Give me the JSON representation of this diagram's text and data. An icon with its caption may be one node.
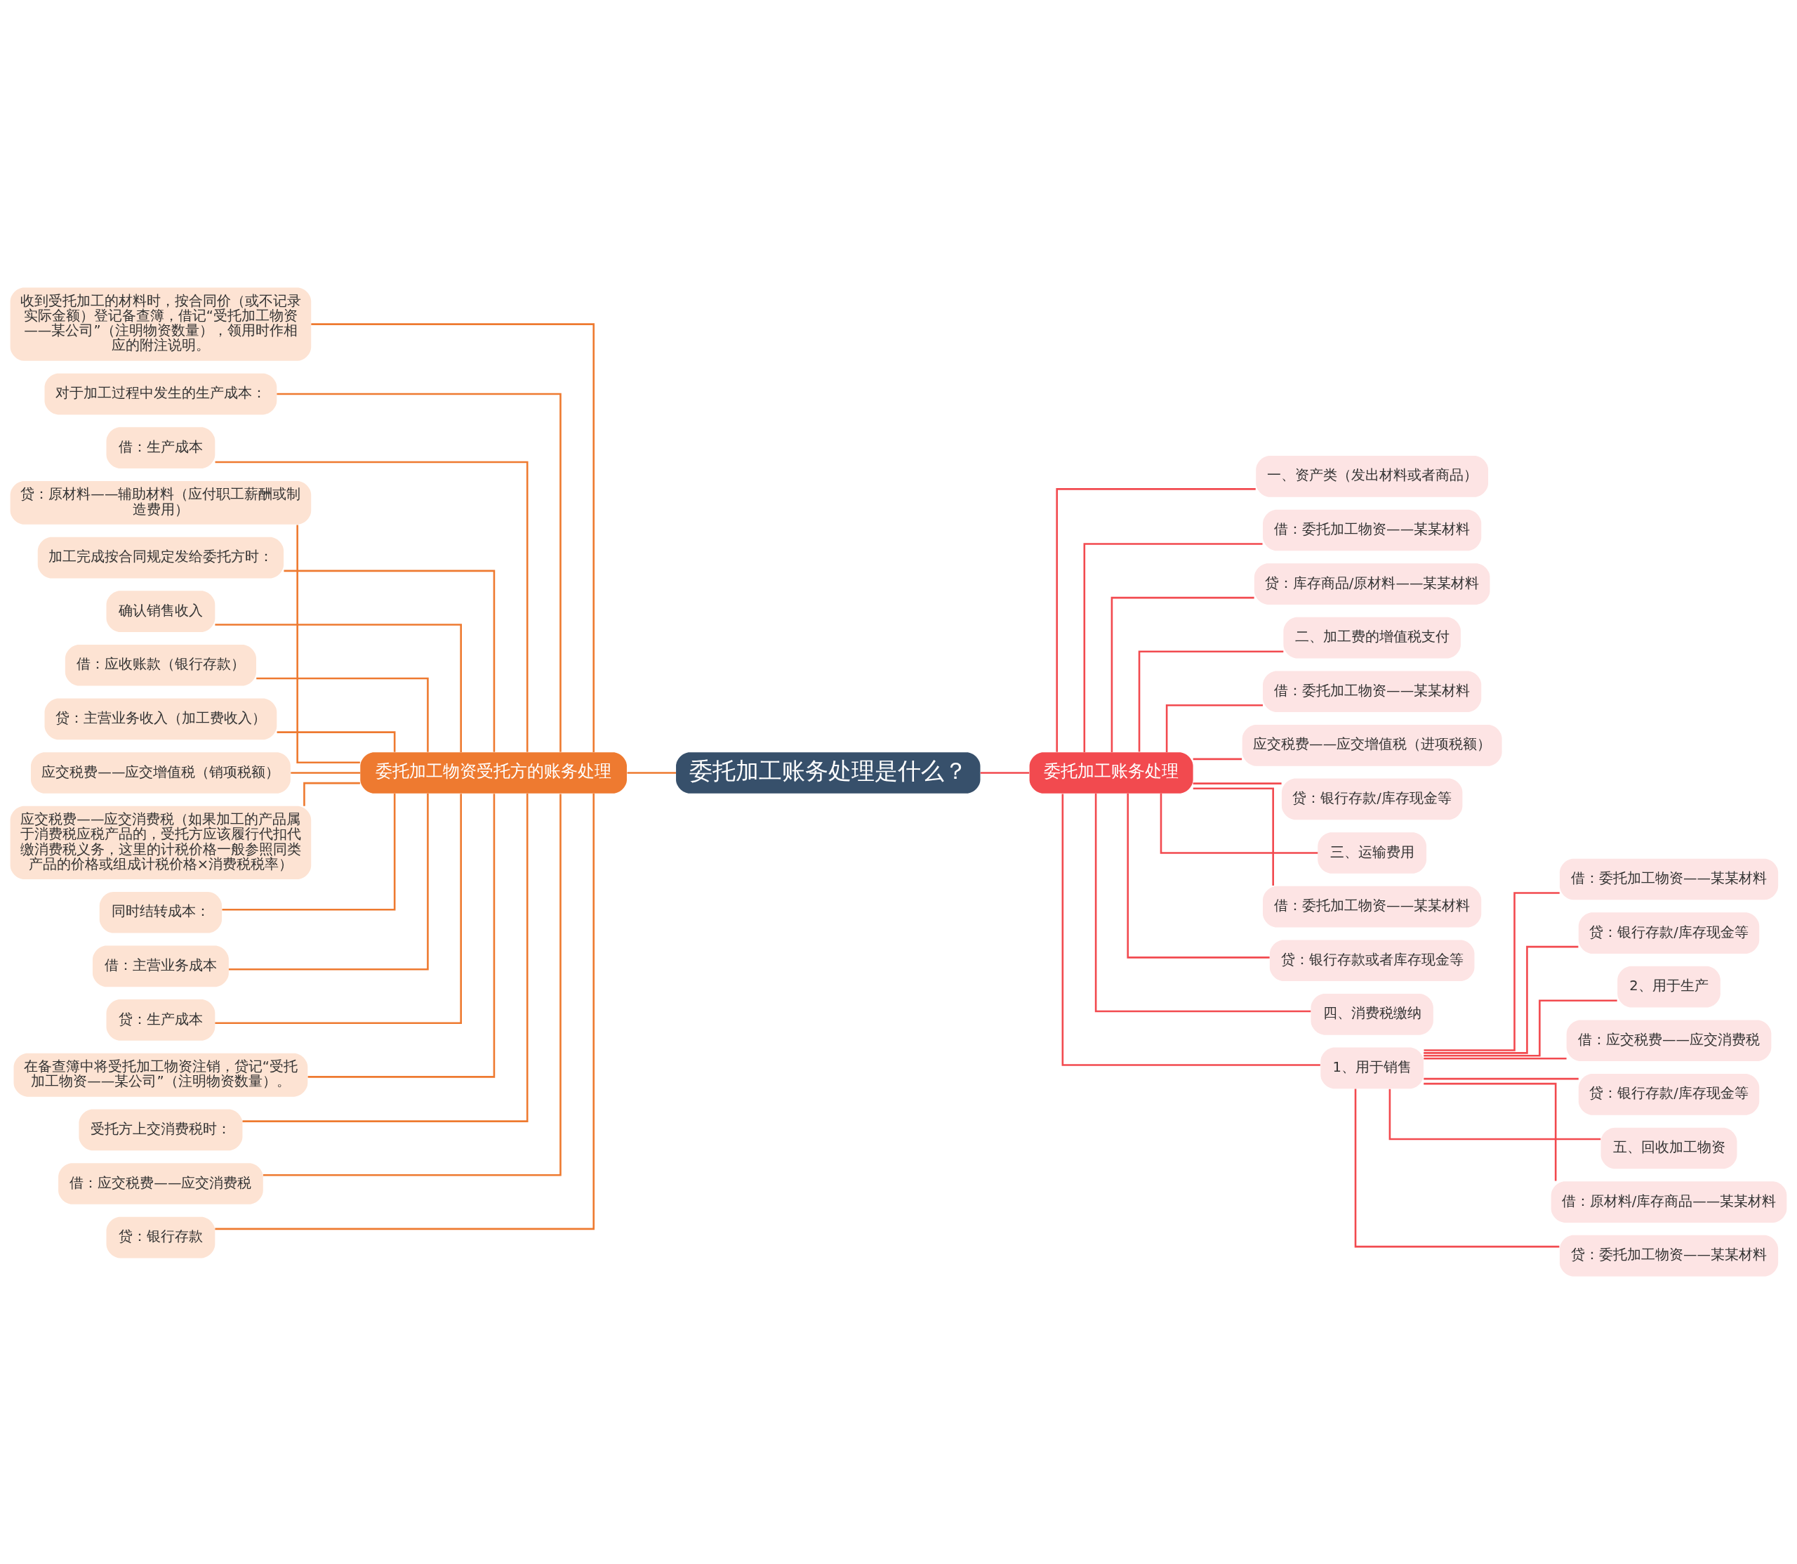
{
  "diagram": {
    "nodes": [
      {
        "text": [
          "委托加工账务处理是什么？"
        ]
      },
      {
        "text": [
          "委托加工物资受托方的账务处理"
        ]
      },
      {
        "text": [
          "收到受托加工的材料时，按合同价（或不记录实际金额）登记备查簿，借记“受托加工物资——某公司”（注明物资数量），领用时作相应的附注说明。"
        ]
      },
      {
        "text": [
          "对于加工过程中发生的生产成本："
        ]
      },
      {
        "text": [
          "借：生产成本"
        ]
      },
      {
        "text": [
          "贷：原材料——辅助材料（应付职工薪酬或制造费用）"
        ]
      },
      {
        "text": [
          "加工完成按合同规定发给委托方时："
        ]
      },
      {
        "text": [
          "确认销售收入"
        ]
      },
      {
        "text": [
          "借：应收账款（银行存款）"
        ]
      },
      {
        "text": [
          "贷：主营业务收入（加工费收入）"
        ]
      },
      {
        "text": [
          "应交税费——应交增值税（销项税额）"
        ]
      },
      {
        "text": [
          "应交税费——应交消费税（如果加工的产品属于消费税应税产品的，受托方应该履行代扣代缴消费税义务，这里的计税价格一般参照同类产品的价格或组成计税价格×消费税税率）"
        ]
      },
      {
        "text": [
          "同时结转成本："
        ]
      },
      {
        "text": [
          "借：主营业务成本"
        ]
      },
      {
        "text": [
          "贷：生产成本"
        ]
      },
      {
        "text": [
          "在备查簿中将受托加工物资注销，贷记“受托加工物资——某公司”（注明物资数量）。"
        ]
      },
      {
        "text": [
          "受托方上交消费税时："
        ]
      },
      {
        "text": [
          "借：应交税费——应交消费税"
        ]
      },
      {
        "text": [
          "贷：银行存款"
        ]
      },
      {
        "text": [
          "委托加工账务处理"
        ]
      },
      {
        "text": [
          "一、资产类（发出材料或者商品）"
        ]
      },
      {
        "text": [
          "借：委托加工物资——某某材料"
        ]
      },
      {
        "text": [
          "贷：库存商品/原材料——某某材料"
        ]
      },
      {
        "text": [
          "二、加工费的增值税支付"
        ]
      },
      {
        "text": [
          "借：委托加工物资——某某材料"
        ]
      },
      {
        "text": [
          "应交税费——应交增值税（进项税额）"
        ]
      },
      {
        "text": [
          "贷：银行存款/库存现金等"
        ]
      },
      {
        "text": [
          "三、运输费用"
        ]
      },
      {
        "text": [
          "借：委托加工物资——某某材料"
        ]
      },
      {
        "text": [
          "贷：银行存款或者库存现金等"
        ]
      },
      {
        "text": [
          "四、消费税缴纳"
        ]
      },
      {
        "text": [
          "1、用于销售"
        ]
      },
      {
        "text": [
          "借：委托加工物资——某某材料"
        ]
      },
      {
        "text": [
          "贷：银行存款/库存现金等"
        ]
      },
      {
        "text": [
          "2、用于生产"
        ]
      },
      {
        "text": [
          "借：应交税费——应交消费税"
        ]
      },
      {
        "text": [
          "贷：银行存款/库存现金等"
        ]
      },
      {
        "text": [
          "五、回收加工物资"
        ]
      },
      {
        "text": [
          "借：原材料/库存商品——某某材料"
        ]
      },
      {
        "text": [
          "贷：委托加工物资——某某材料"
        ]
      }
    ],
    "edges": [
      {
        "from": 1,
        "to": 0,
        "arrow": "none",
        "color": "#ee7a30"
      },
      {
        "from": 2,
        "to": 1,
        "arrow": "none",
        "color": "#ee7a30"
      },
      {
        "from": 3,
        "to": 1,
        "arrow": "none",
        "color": "#ee7a30"
      },
      {
        "from": 4,
        "to": 1,
        "arrow": "none",
        "color": "#ee7a30"
      },
      {
        "from": 5,
        "to": 1,
        "arrow": "none",
        "color": "#ee7a30"
      },
      {
        "from": 6,
        "to": 1,
        "arrow": "none",
        "color": "#ee7a30"
      },
      {
        "from": 7,
        "to": 1,
        "arrow": "none",
        "color": "#ee7a30"
      },
      {
        "from": 8,
        "to": 1,
        "arrow": "none",
        "color": "#ee7a30"
      },
      {
        "from": 9,
        "to": 1,
        "arrow": "none",
        "color": "#ee7a30"
      },
      {
        "from": 10,
        "to": 1,
        "arrow": "none",
        "color": "#ee7a30"
      },
      {
        "from": 11,
        "to": 1,
        "arrow": "none",
        "color": "#ee7a30"
      },
      {
        "from": 12,
        "to": 1,
        "arrow": "none",
        "color": "#ee7a30"
      },
      {
        "from": 13,
        "to": 1,
        "arrow": "none",
        "color": "#ee7a30"
      },
      {
        "from": 14,
        "to": 1,
        "arrow": "none",
        "color": "#ee7a30"
      },
      {
        "from": 15,
        "to": 1,
        "arrow": "none",
        "color": "#ee7a30"
      },
      {
        "from": 16,
        "to": 1,
        "arrow": "none",
        "color": "#ee7a30"
      },
      {
        "from": 17,
        "to": 1,
        "arrow": "none",
        "color": "#ee7a30"
      },
      {
        "from": 18,
        "to": 1,
        "arrow": "none",
        "color": "#ee7a30"
      },
      {
        "from": 0,
        "to": 19,
        "arrow": "none"
      },
      {
        "from": 19,
        "to": 20,
        "arrow": "none"
      },
      {
        "from": 19,
        "to": 21,
        "arrow": "none"
      },
      {
        "from": 19,
        "to": 22,
        "arrow": "none"
      },
      {
        "from": 19,
        "to": 23,
        "arrow": "none"
      },
      {
        "from": 19,
        "to": 24,
        "arrow": "none"
      },
      {
        "from": 19,
        "to": 25,
        "arrow": "none"
      },
      {
        "from": 19,
        "to": 26,
        "arrow": "none"
      },
      {
        "from": 19,
        "to": 27,
        "arrow": "none"
      },
      {
        "from": 19,
        "to": 28,
        "arrow": "none"
      },
      {
        "from": 19,
        "to": 29,
        "arrow": "none"
      },
      {
        "from": 19,
        "to": 30,
        "arrow": "none"
      },
      {
        "from": 19,
        "to": 31,
        "arrow": "none"
      },
      {
        "from": 31,
        "to": 32,
        "arrow": "none"
      },
      {
        "from": 31,
        "to": 33,
        "arrow": "none"
      },
      {
        "from": 31,
        "to": 34,
        "arrow": "none"
      },
      {
        "from": 31,
        "to": 35,
        "arrow": "none"
      },
      {
        "from": 31,
        "to": 36,
        "arrow": "none"
      },
      {
        "from": 31,
        "to": 37,
        "arrow": "none"
      },
      {
        "from": 31,
        "to": 38,
        "arrow": "none"
      },
      {
        "from": 31,
        "to": 39,
        "arrow": "none"
      }
    ]
  }
}
